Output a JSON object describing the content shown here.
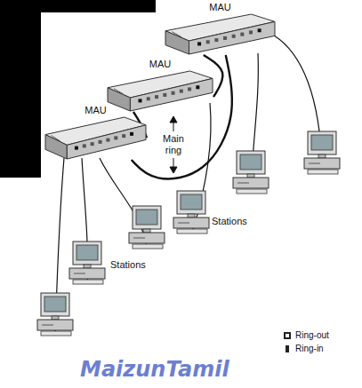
{
  "diagram": {
    "nodes": [
      {
        "text": [
          "MAU"
        ]
      },
      {
        "text": [
          "MAU"
        ]
      },
      {
        "text": [
          "MAU"
        ]
      }
    ],
    "edges": [
      {
        "from": 0,
        "to": 1,
        "arrow": "none"
      },
      {
        "from": 1,
        "to": 2,
        "arrow": "none"
      },
      {
        "from": 2,
        "to": 0,
        "arrow": "none"
      }
    ],
    "labels": [
      "Main ring",
      "Stations",
      "Stations",
      "MaizunTamil"
    ],
    "legend": [
      {
        "text": "Ring-out"
      },
      {
        "text": "Ring-in"
      }
    ]
  }
}
